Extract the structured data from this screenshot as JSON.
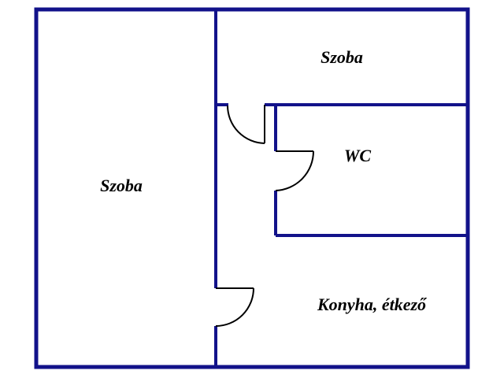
{
  "plan": {
    "wall_color": "#12128a",
    "door_color": "#000000",
    "rooms": [
      {
        "id": "left-room",
        "label": "Szoba"
      },
      {
        "id": "top-right-room",
        "label": "Szoba"
      },
      {
        "id": "wc",
        "label": "WC"
      },
      {
        "id": "kitchen",
        "label": "Konyha, étkező"
      }
    ]
  }
}
